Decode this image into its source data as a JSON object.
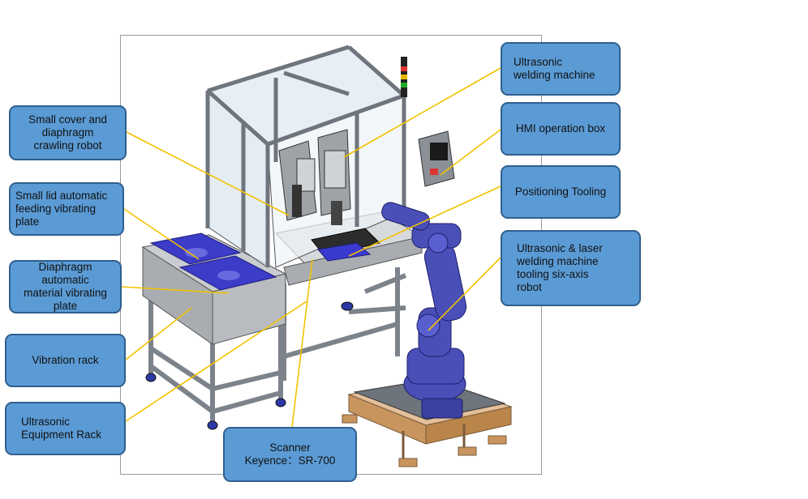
{
  "callouts": {
    "crawling_robot": "Small cover and\ndiaphragm\ncrawling robot",
    "lid_feeder": "Small lid automatic\nfeeding vibrating\nplate",
    "diaphragm_feeder": "Diaphragm\nautomatic\nmaterial vibrating\nplate",
    "vibration_rack": "Vibration rack",
    "equipment_rack": "Ultrasonic\nEquipment Rack",
    "scanner": "Scanner\nKeyence：SR-700",
    "welding_machine": "Ultrasonic\nwelding machine",
    "hmi_box": "HMI operation box",
    "positioning_tooling": "Positioning Tooling",
    "six_axis_robot": "Ultrasonic & laser\nwelding machine\ntooling six-axis\nrobot"
  },
  "colors": {
    "callout_fill": "#5b9bd5",
    "callout_border": "#2f5f8f",
    "leader_line": "#f2c200",
    "machine_frame": "#8f959c",
    "robot": "#4a4fb8",
    "base_wood": "#d9a878"
  }
}
